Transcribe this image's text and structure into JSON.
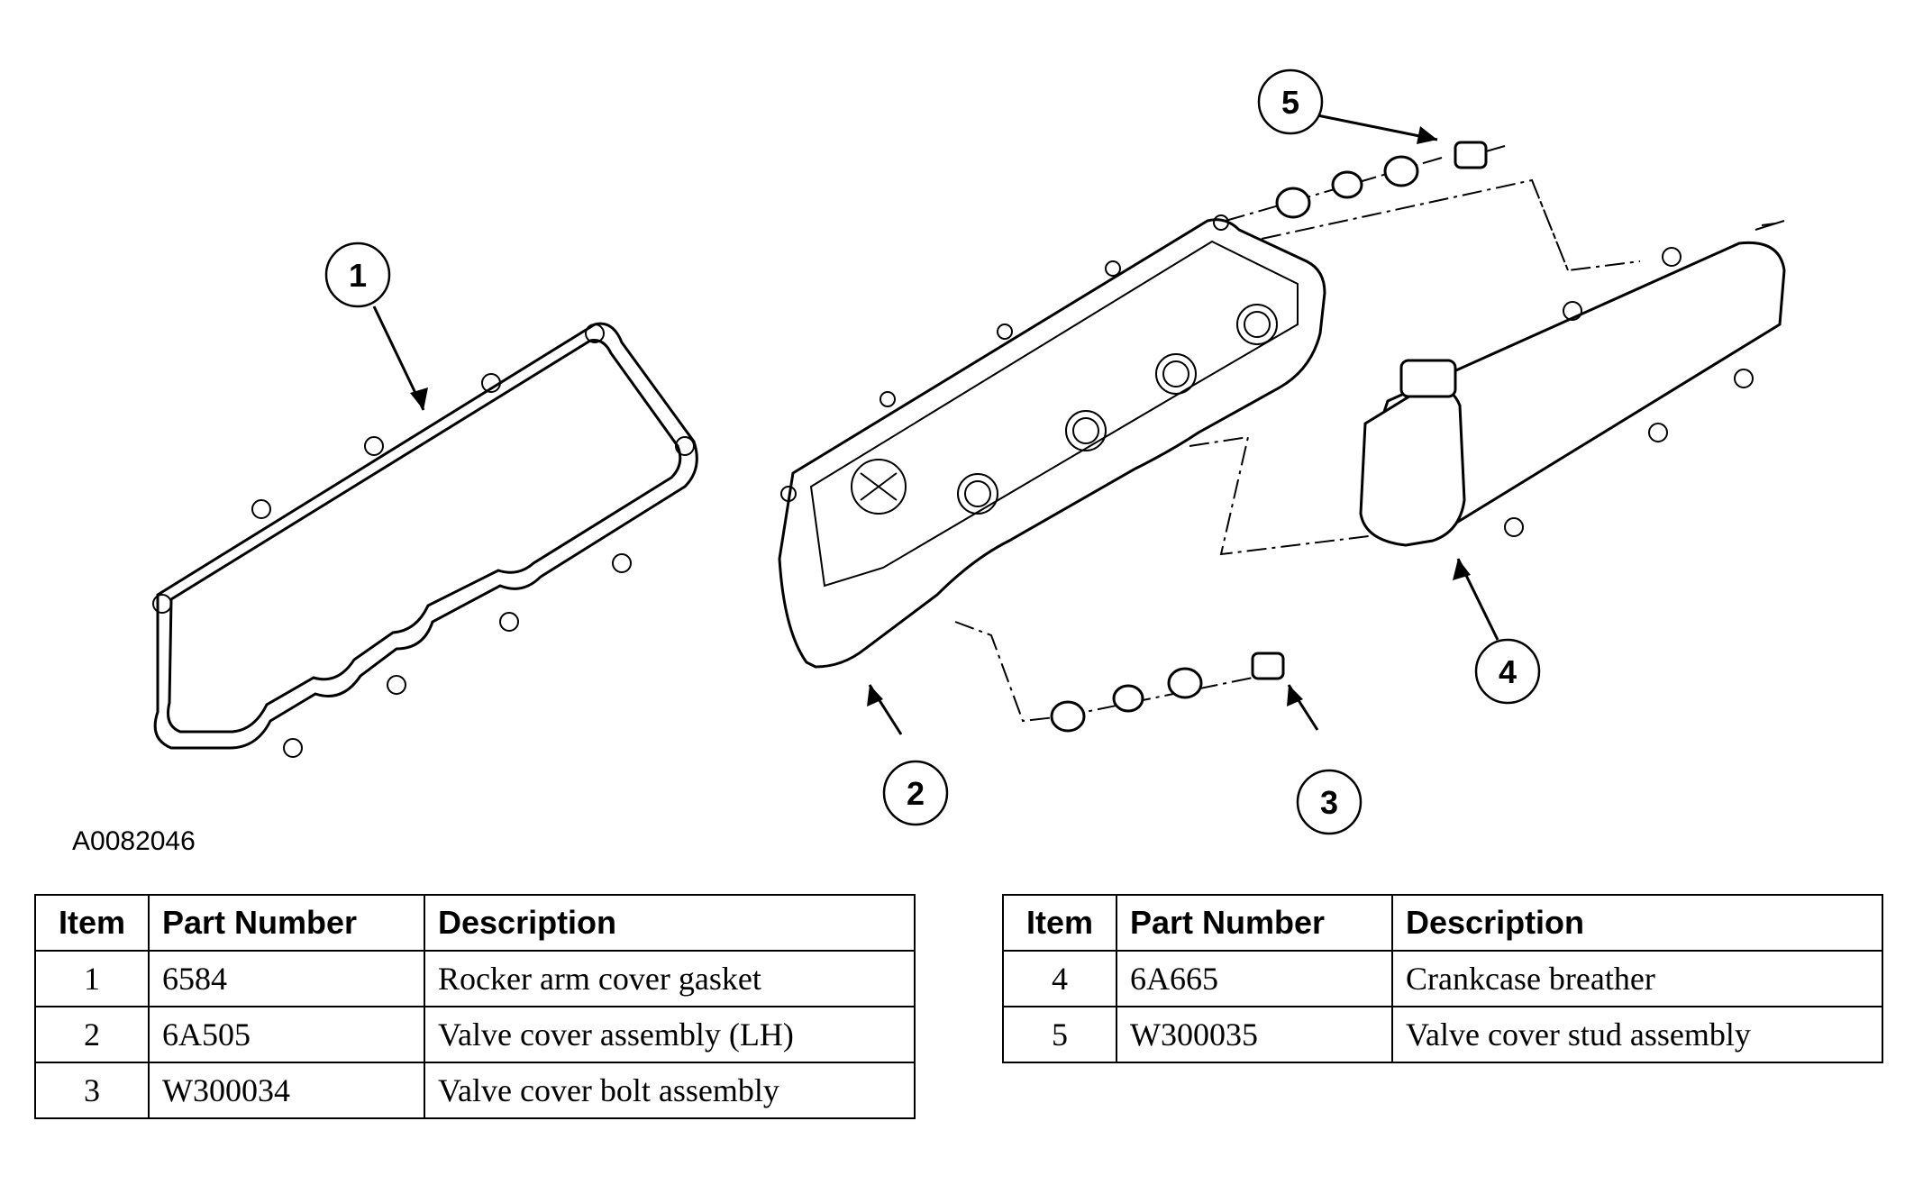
{
  "figure_id": "A0082046",
  "callouts": [
    "1",
    "2",
    "3",
    "4",
    "5"
  ],
  "table_headers": {
    "item": "Item",
    "part_number": "Part Number",
    "description": "Description"
  },
  "table_left_rows": [
    {
      "item": "1",
      "part_number": "6584",
      "description": "Rocker arm cover gasket"
    },
    {
      "item": "2",
      "part_number": "6A505",
      "description": "Valve cover assembly (LH)"
    },
    {
      "item": "3",
      "part_number": "W300034",
      "description": "Valve cover bolt assembly"
    }
  ],
  "table_right_rows": [
    {
      "item": "4",
      "part_number": "6A665",
      "description": "Crankcase breather"
    },
    {
      "item": "5",
      "part_number": "W300035",
      "description": "Valve cover stud assembly"
    }
  ]
}
